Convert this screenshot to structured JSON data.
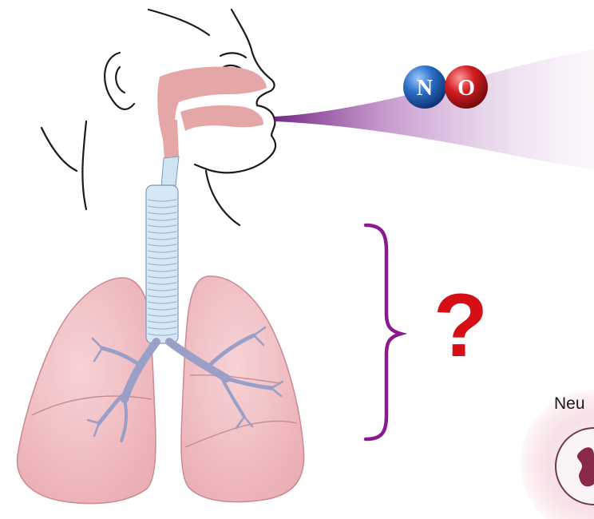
{
  "molecule": {
    "atom_left": "N",
    "atom_right": "O",
    "atom_left_color": "#1f5fb4",
    "atom_right_color": "#c4141c"
  },
  "question_mark": "?",
  "cell_label": "Neu",
  "colors": {
    "tissue": "#f2c0c4",
    "airway_pink": "#e4a6a6",
    "trachea": "#d6e8f5",
    "brace": "#8b1a8f",
    "question": "#d60f16",
    "exhale_stream": "#7a2c86"
  }
}
